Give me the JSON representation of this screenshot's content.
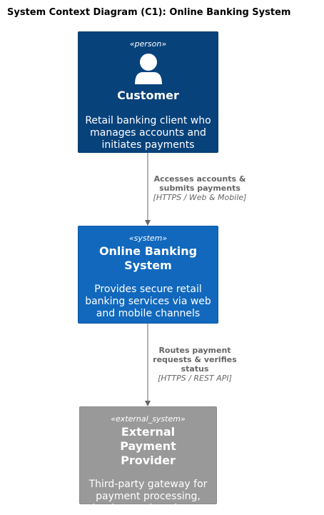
{
  "title": "System Context Diagram (C1): Online Banking System",
  "nodes": {
    "customer": {
      "stereotype": "«person»",
      "name": "Customer",
      "description": "Retail banking client who manages accounts and initiates payments",
      "color": "#08427b",
      "icon": "person-icon"
    },
    "online_banking": {
      "stereotype": "«system»",
      "name": "Online Banking System",
      "description": "Provides secure retail banking services via web and mobile channels",
      "color": "#1168bd"
    },
    "external_payment": {
      "stereotype": "«external_system»",
      "name": "External Payment Provider",
      "description": "Third-party gateway for payment processing, clearing, and settlement",
      "color": "#999999"
    }
  },
  "edges": {
    "customer_to_online": {
      "label": "Accesses accounts & submits payments",
      "technology": "[HTTPS / Web & Mobile]"
    },
    "online_to_external": {
      "label": "Routes payment requests & verifies status",
      "technology": "[HTTPS / REST API]"
    }
  }
}
